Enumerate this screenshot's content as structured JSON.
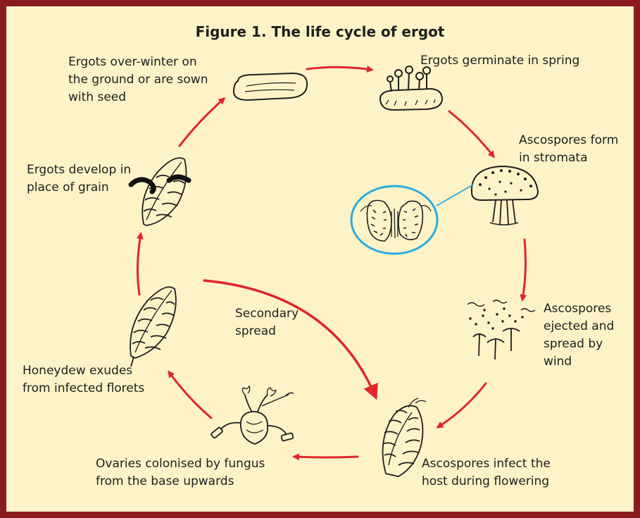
{
  "figure": {
    "title": "Figure 1. The life cycle of ergot",
    "arrow_color": "#e0262b",
    "frame_color": "#8b1a1f",
    "background_color": "#fdf3c7",
    "highlight_color": "#29abe2"
  },
  "stages": {
    "overwinter": [
      "Ergots over-winter on",
      "the ground or are sown",
      "with seed"
    ],
    "germinate": [
      "Ergots germinate in spring"
    ],
    "stromata": [
      "Ascospores form",
      "in stromata"
    ],
    "ejected": [
      "Ascospores",
      "ejected and",
      "spread by",
      "wind"
    ],
    "infect": [
      "Ascospores infect the",
      "host during flowering"
    ],
    "ovaries": [
      "Ovaries colonised by fungus",
      "from the base upwards"
    ],
    "honeydew": [
      "Honeydew exudes",
      "from infected florets"
    ],
    "develop": [
      "Ergots develop in",
      "place of grain"
    ],
    "secondary": [
      "Secondary",
      "spread"
    ]
  },
  "icons": [
    "ergot-sclerotium-icon",
    "germinating-ergot-icon",
    "stroma-head-icon",
    "perithecium-detail-icon",
    "ejected-ascospores-icon",
    "flowering-ear-icon",
    "infected-ovary-icon",
    "honeydew-ear-icon",
    "ergot-ear-icon"
  ]
}
